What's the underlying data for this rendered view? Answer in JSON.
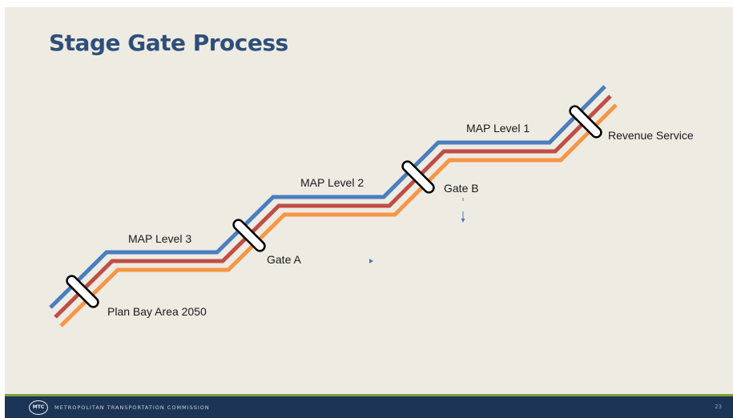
{
  "slide": {
    "title": "Stage Gate Process",
    "page_number": "23"
  },
  "stages": [
    {
      "label": "MAP Level 3"
    },
    {
      "label": "MAP Level 2"
    },
    {
      "label": "MAP Level 1"
    }
  ],
  "gates": [
    {
      "label": "Plan Bay Area 2050"
    },
    {
      "label": "Gate A"
    },
    {
      "label": "Gate B"
    },
    {
      "label": "Revenue Service"
    }
  ],
  "colors": {
    "track_blue": "#4a7ebf",
    "track_red": "#bf4e46",
    "track_orange": "#f79647",
    "title": "#2e4f7a",
    "footer": "#1c3557",
    "footer_accent": "#7fa23a"
  },
  "footer": {
    "logo_text": "MTC",
    "org_name": "METROPOLITAN TRANSPORTATION COMMISSION"
  }
}
